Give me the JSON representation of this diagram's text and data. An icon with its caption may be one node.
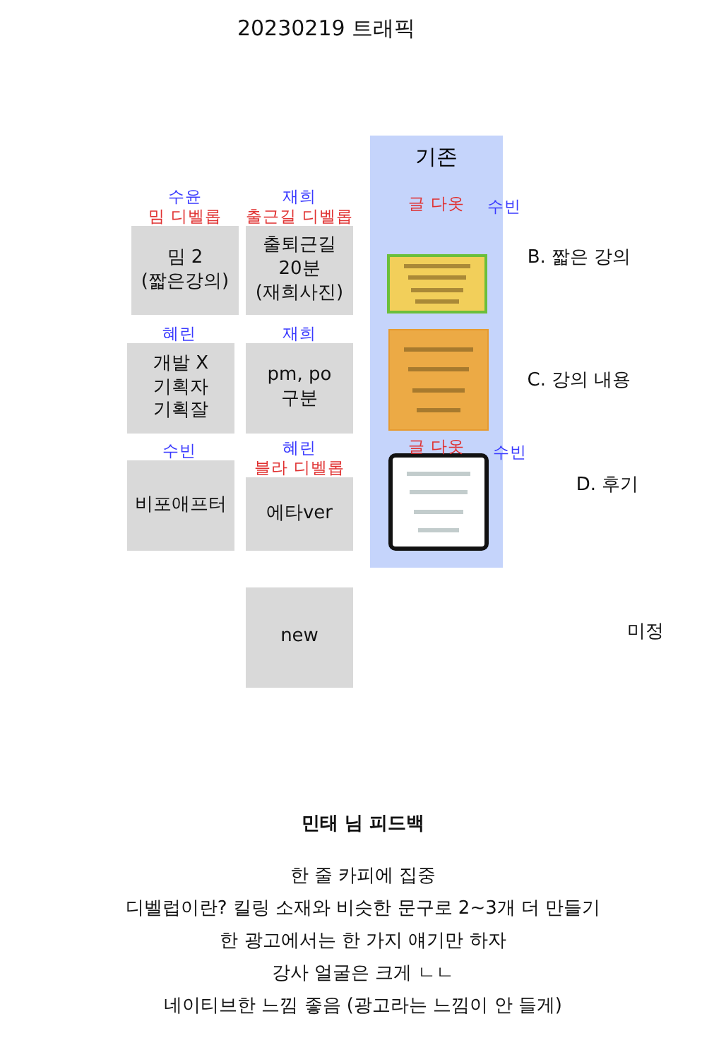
{
  "diagram": {
    "title": "20230219 트래픽",
    "nodes": [
      {
        "text": [
          "밈 2 (짧은강의)"
        ],
        "beside": [
          "수윤",
          "밈 디벨롭"
        ]
      },
      {
        "text": [
          "출퇴근길 20분 (재희사진)"
        ],
        "beside": [
          "재희",
          "출근길 디벨롭"
        ]
      },
      {
        "text": [
          "기존"
        ]
      },
      {
        "text": [],
        "shape": "picture",
        "in": 2,
        "beside": [
          "글 다옷",
          "수빈"
        ]
      },
      {
        "text": [],
        "shape": "picture",
        "in": 2
      },
      {
        "text": [],
        "shape": "picture",
        "in": 2,
        "beside": [
          "글 다옷",
          "수빈"
        ]
      },
      {
        "text": [
          "개발 X 기획자 기획잘"
        ],
        "beside": [
          "혜린"
        ]
      },
      {
        "text": [
          "pm, po 구분"
        ],
        "beside": [
          "재희"
        ]
      },
      {
        "text": [
          "비포애프터"
        ],
        "beside": [
          "수빈"
        ]
      },
      {
        "text": [
          "에타ver"
        ],
        "beside": [
          "혜린",
          "블라 디벨롭"
        ]
      },
      {
        "text": [
          "new"
        ]
      }
    ],
    "labels": [
      "B. 짧은 강의",
      "C. 강의 내용",
      "D. 후기",
      "미정",
      "민태 님 피드백",
      "한 줄 카피에 집중",
      "디벨럽이란? 킬링 소재와 비슷한 문구로 2~3개 더 만들기",
      "한 광고에서는 한 가지 얘기만 하자",
      "강사 얼굴은 크게 ㄴㄴ",
      "네이티브한 느낌 좋음 (광고라는 느낌이 안 들게)"
    ]
  }
}
